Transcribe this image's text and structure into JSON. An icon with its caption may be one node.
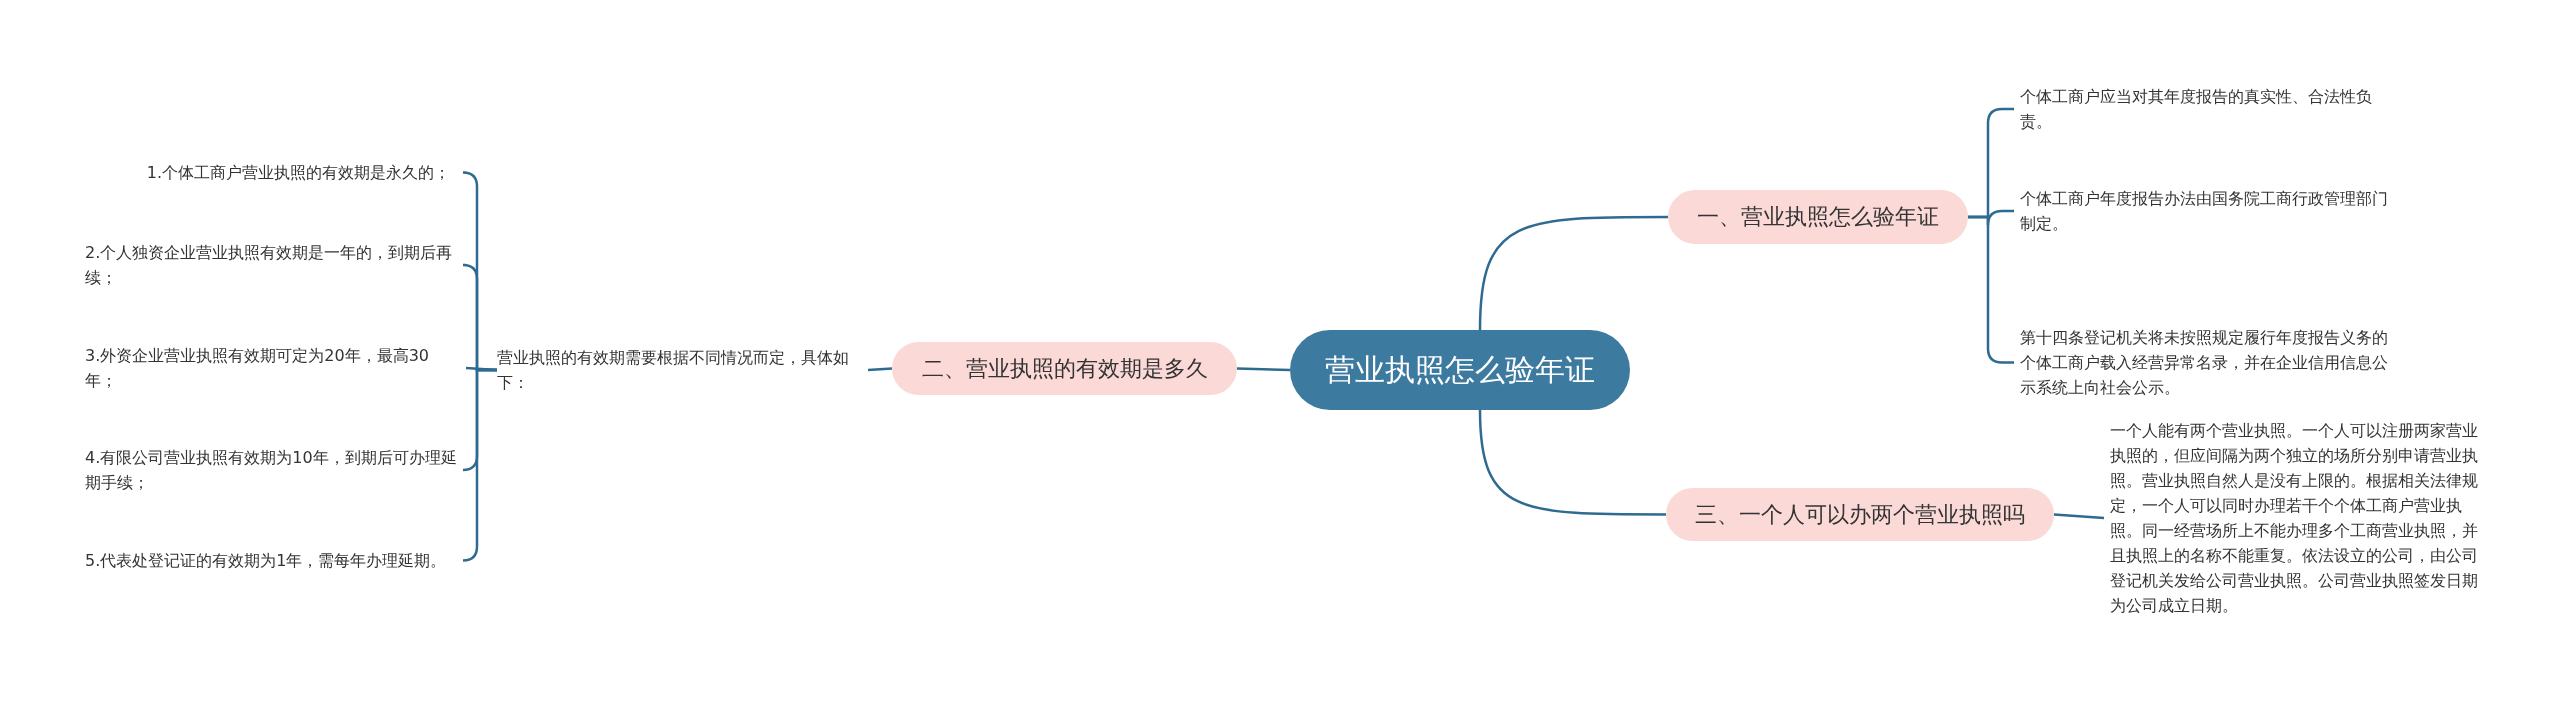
{
  "diagram": {
    "nodes": [
      {
        "text": [
          "营业执照怎么验年证"
        ]
      },
      {
        "text": [
          "一、营业执照怎么验年证"
        ]
      },
      {
        "text": [
          "个体工商户应当对其年度报告的真实性、合法性负责。"
        ]
      },
      {
        "text": [
          "个体工商户年度报告办法由国务院工商行政管理部门制定。"
        ]
      },
      {
        "text": [
          "第十四条登记机关将未按照规定履行年度报告义务的个体工商户载入经营异常名录，并在企业信用信息公示系统上向社会公示。"
        ]
      },
      {
        "text": [
          "二、营业执照的有效期是多久"
        ]
      },
      {
        "text": [
          "营业执照的有效期需要根据不同情况而定，具体如下："
        ]
      },
      {
        "text": [
          "1.个体工商户营业执照的有效期是永久的；"
        ]
      },
      {
        "text": [
          "2.个人独资企业营业执照有效期是一年的，到期后再续；"
        ]
      },
      {
        "text": [
          "3.外资企业营业执照有效期可定为20年，最高30年；"
        ]
      },
      {
        "text": [
          "4.有限公司营业执照有效期为10年，到期后可办理延期手续；"
        ]
      },
      {
        "text": [
          "5.代表处登记证的有效期为1年，需每年办理延期。"
        ]
      },
      {
        "text": [
          "三、一个人可以办两个营业执照吗"
        ]
      },
      {
        "text": [
          "一个人能有两个营业执照。一个人可以注册两家营业执照的，但应间隔为两个独立的场所分别申请营业执照。营业执照自然人是没有上限的。根据相关法律规定，一个人可以同时办理若干个个体工商户营业执照。同一经营场所上不能办理多个工商营业执照，并且执照上的名称不能重复。依法设立的公司，由公司登记机关发给公司营业执照。公司营业执照签发日期为公司成立日期。"
        ]
      }
    ],
    "edges": [
      {
        "from": 0,
        "to": 1,
        "arrow": "none"
      },
      {
        "from": 1,
        "to": 2,
        "arrow": "none"
      },
      {
        "from": 1,
        "to": 3,
        "arrow": "none"
      },
      {
        "from": 1,
        "to": 4,
        "arrow": "none"
      },
      {
        "from": 0,
        "to": 5,
        "arrow": "none"
      },
      {
        "from": 5,
        "to": 6,
        "arrow": "none"
      },
      {
        "from": 6,
        "to": 7,
        "arrow": "none"
      },
      {
        "from": 6,
        "to": 8,
        "arrow": "none"
      },
      {
        "from": 6,
        "to": 9,
        "arrow": "none"
      },
      {
        "from": 6,
        "to": 10,
        "arrow": "none"
      },
      {
        "from": 6,
        "to": 11,
        "arrow": "none"
      },
      {
        "from": 0,
        "to": 12,
        "arrow": "none"
      },
      {
        "from": 12,
        "to": 13,
        "arrow": "none"
      }
    ]
  }
}
